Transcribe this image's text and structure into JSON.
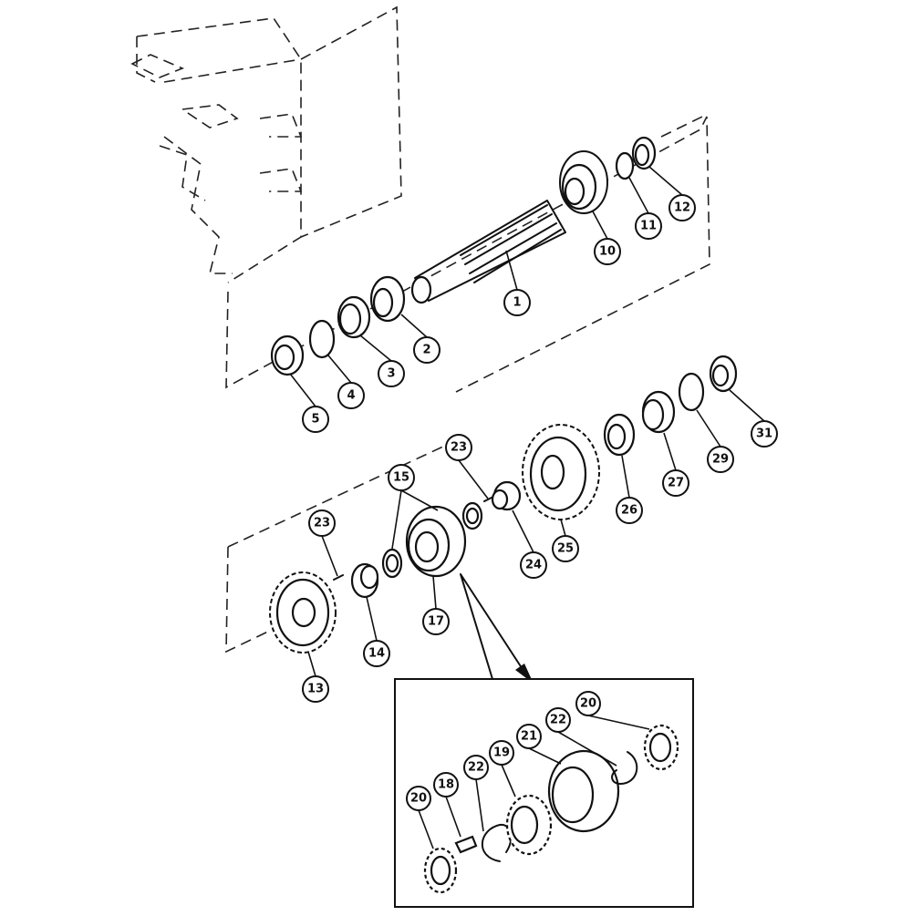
{
  "callouts": [
    {
      "id": "c1",
      "label": "1"
    },
    {
      "id": "c2",
      "label": "2"
    },
    {
      "id": "c3",
      "label": "3"
    },
    {
      "id": "c4",
      "label": "4"
    },
    {
      "id": "c5",
      "label": "5"
    },
    {
      "id": "c10",
      "label": "10"
    },
    {
      "id": "c11",
      "label": "11"
    },
    {
      "id": "c12",
      "label": "12"
    },
    {
      "id": "c13",
      "label": "13"
    },
    {
      "id": "c14",
      "label": "14",
      "highlight": "#1a3fa0"
    },
    {
      "id": "c15",
      "label": "15"
    },
    {
      "id": "c17",
      "label": "17"
    },
    {
      "id": "c23a",
      "label": "23"
    },
    {
      "id": "c23b",
      "label": "23"
    },
    {
      "id": "c24",
      "label": "24"
    },
    {
      "id": "c25",
      "label": "25"
    },
    {
      "id": "c26",
      "label": "26"
    },
    {
      "id": "c27",
      "label": "27"
    },
    {
      "id": "c29",
      "label": "29"
    },
    {
      "id": "c31",
      "label": "31"
    },
    {
      "id": "i20a",
      "label": "20"
    },
    {
      "id": "i18",
      "label": "18"
    },
    {
      "id": "i22a",
      "label": "22"
    },
    {
      "id": "i19",
      "label": "19"
    },
    {
      "id": "i21",
      "label": "21"
    },
    {
      "id": "i22b",
      "label": "22"
    },
    {
      "id": "i20b",
      "label": "20"
    }
  ],
  "colors": {
    "line": "#111111",
    "highlight": "#1a3fa0",
    "background": "#ffffff"
  }
}
